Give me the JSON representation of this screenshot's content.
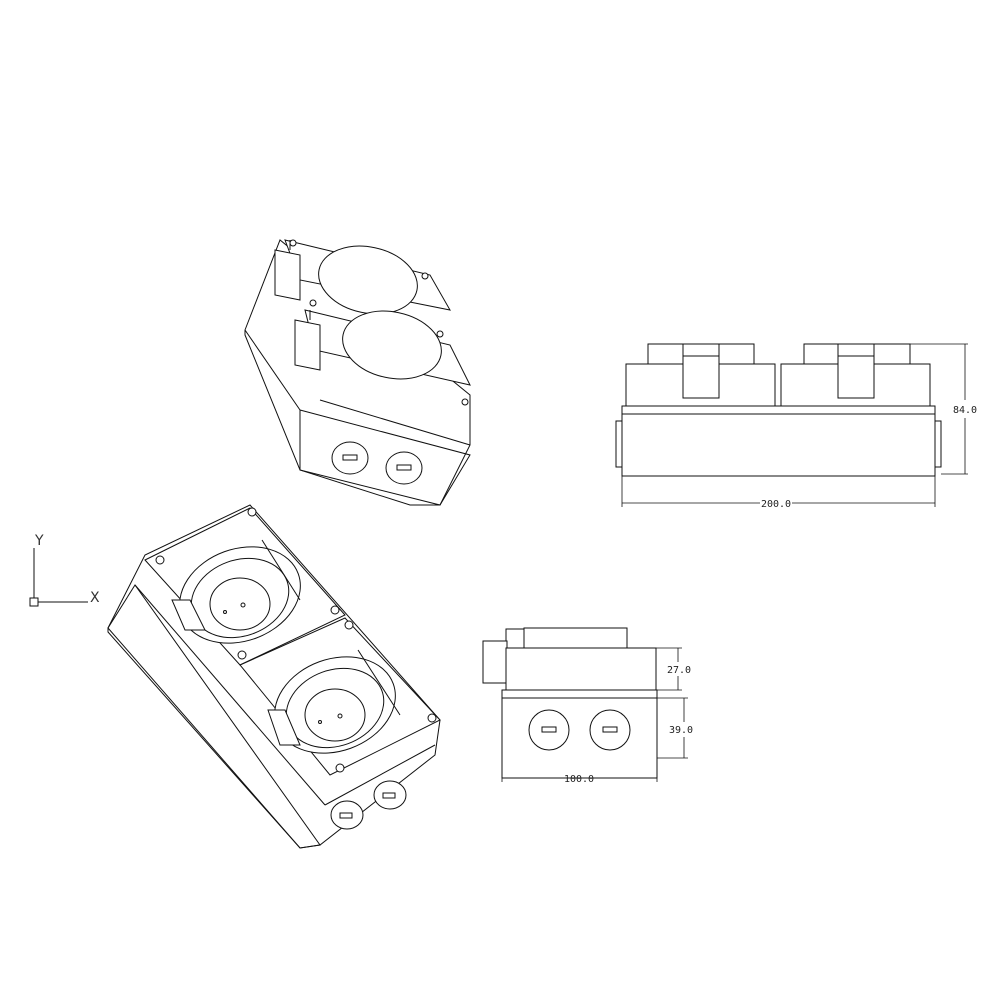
{
  "ucs": {
    "x_label": "X",
    "y_label": "Y"
  },
  "dimensions": {
    "width": "200.0",
    "height": "84.0",
    "depth": "100.0",
    "upper": "27.0",
    "lower": "39.0"
  },
  "colors": {
    "line": "#111111",
    "background": "#ffffff"
  }
}
